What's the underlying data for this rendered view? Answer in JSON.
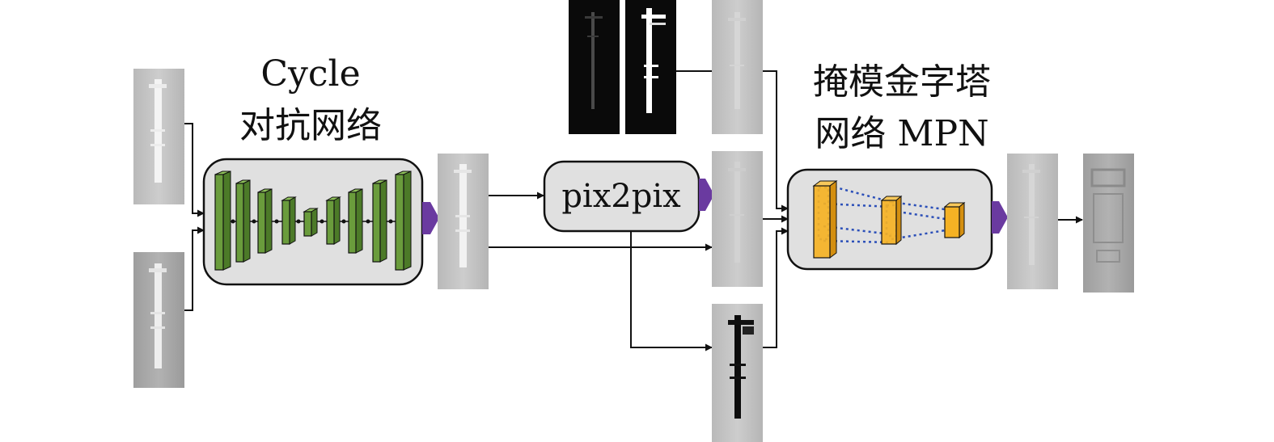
{
  "labels": {
    "cycle_line1": "Cycle",
    "cycle_line2": "对抗网络",
    "pix2pix": "pix2pix",
    "mpn_line1": "掩模金字塔",
    "mpn_line2": "网络 MPN"
  },
  "colors": {
    "unet_bar": "#6a9c3c",
    "pyramid_block": "#f5b224",
    "arrow_head": "#6a3aa0",
    "module_fill": "#e0e0e0",
    "dotted_line": "#2b4fb8"
  }
}
